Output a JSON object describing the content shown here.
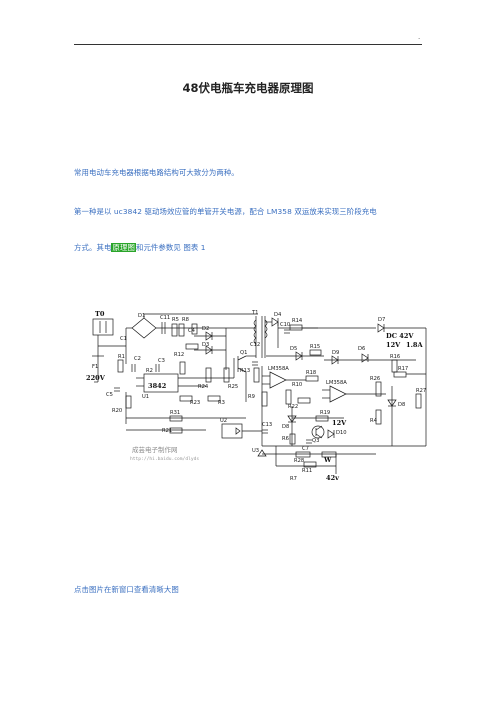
{
  "header": {
    "mark": "."
  },
  "document": {
    "title": "48伏电瓶车充电器原理图",
    "para1": "常用电动车充电器根据电路结构可大致分为两种。",
    "para2": "第一种是以 uc3842 驱动场效应管的单管开关电源，配合 LM358 双运放来实现三阶段充电",
    "para3_before": "方式。其电",
    "para3_highlight": "原理图",
    "para3_after": "和元件参数见  图表 1",
    "footer_note": "点击图片在新窗口查看清晰大图"
  },
  "schematic": {
    "labels": {
      "t0": "T0",
      "d1": "D1",
      "c11": "C11",
      "r5": "R5",
      "r8": "R8",
      "c4": "C4",
      "d2": "D2",
      "d3": "D3",
      "t1": "T1",
      "d4": "D4",
      "c10": "C10",
      "r14": "R14",
      "d7": "D7",
      "dc42v": "DC 42V",
      "a18": "1.8A",
      "v12": "12V",
      "c1": "C1",
      "r1": "R1",
      "c2": "C2",
      "c3": "C3",
      "r12": "R12",
      "q1": "Q1",
      "c12": "C12",
      "d5": "D5",
      "r15": "R15",
      "d9": "D9",
      "d6": "D6",
      "r16": "R16",
      "f1": "F1",
      "v220": "220V",
      "chip": "3842",
      "u1": "U1",
      "r2": "R2",
      "r24": "R24",
      "r25": "R25",
      "r13": "R13",
      "lm358a": "LM358A",
      "r18": "R18",
      "r17": "R17",
      "c5": "C5",
      "r20": "R20",
      "r23": "R23",
      "r3": "R3",
      "r9": "R9",
      "r10": "R10",
      "r22": "R22",
      "lm358b": "LM358A",
      "r26": "R26",
      "d8": "D8",
      "r27": "R27",
      "r31": "R31",
      "r4": "R4",
      "r21": "R21",
      "u2": "U2",
      "c13": "C13",
      "r19": "R19",
      "v12b": "12V",
      "q3": "Q3",
      "d10": "D10",
      "r6": "R6",
      "c7": "C7",
      "u3": "U3",
      "r28": "R28",
      "w": "W",
      "r11": "R11",
      "r7": "R7",
      "v42": "42v"
    },
    "watermark": "成芸电子制作网",
    "watermark_url": "http://hi.baidu.com/dlyds"
  }
}
